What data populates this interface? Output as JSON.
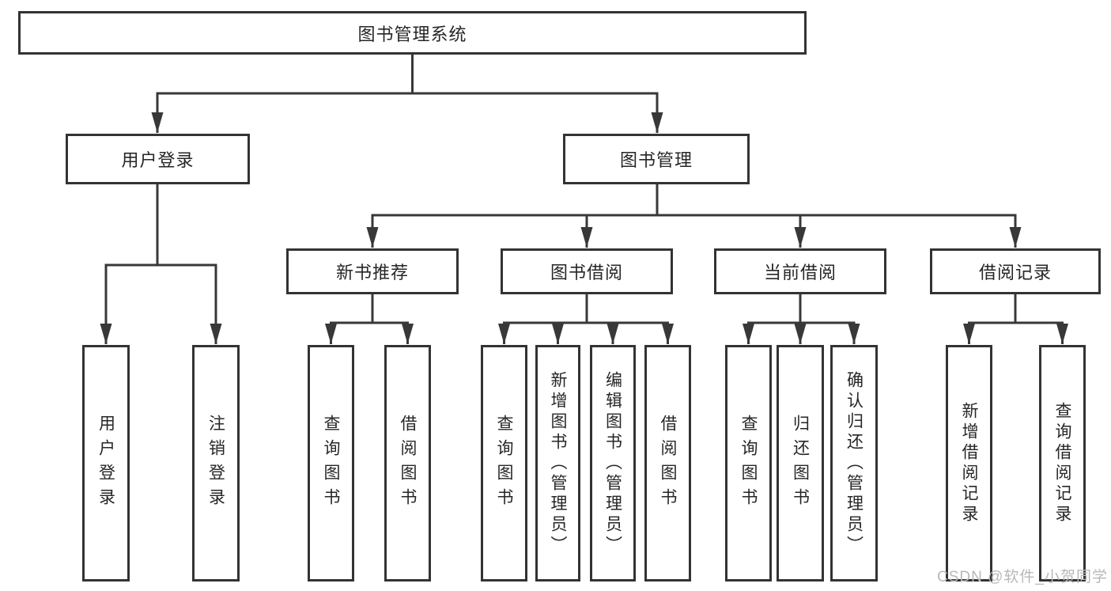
{
  "colors": {
    "background": "#ffffff",
    "line": "#383838",
    "box_border": "#333333",
    "text": "#262626",
    "watermark": "#b8b8b8"
  },
  "nodes": {
    "root": {
      "label": "图书管理系统"
    },
    "level2": {
      "user_login": {
        "label": "用户登录"
      },
      "book_mgmt": {
        "label": "图书管理"
      }
    },
    "level3": {
      "new_book_rec": {
        "label": "新书推荐"
      },
      "book_borrow": {
        "label": "图书借阅"
      },
      "current_borrow": {
        "label": "当前借阅"
      },
      "borrow_record": {
        "label": "借阅记录"
      }
    },
    "leaves": {
      "login": {
        "label": "用户登录"
      },
      "logout": {
        "label": "注销登录"
      },
      "rec_query_books": {
        "label": "查询图书"
      },
      "rec_borrow_books": {
        "label": "借阅图书"
      },
      "bb_query_books": {
        "label": "查询图书"
      },
      "bb_add_books": {
        "label": "新增图书（管理员）"
      },
      "bb_edit_books": {
        "label": "编辑图书（管理员）"
      },
      "bb_borrow_books": {
        "label": "借阅图书"
      },
      "cb_query_books": {
        "label": "查询图书"
      },
      "cb_return_books": {
        "label": "归还图书"
      },
      "cb_confirm_return": {
        "label": "确认归还（管理员）"
      },
      "br_add_record": {
        "label": "新增借阅记录"
      },
      "br_query_record": {
        "label": "查询借阅记录"
      }
    }
  },
  "watermark": {
    "text": "CSDN @软件_小贺同学"
  }
}
